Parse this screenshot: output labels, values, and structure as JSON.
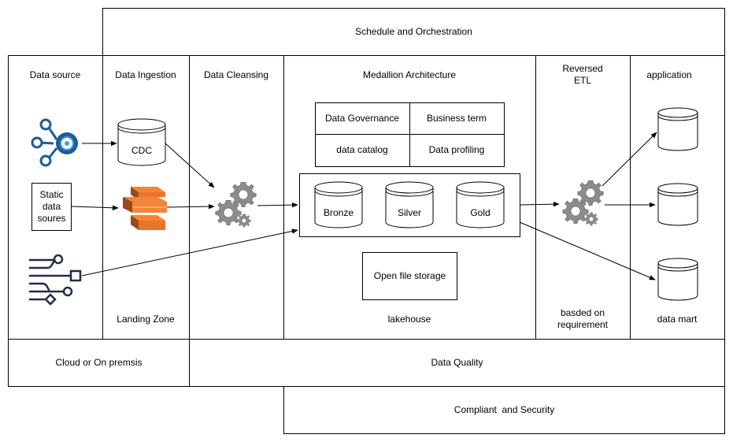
{
  "schedule": "Schedule and Orchestration",
  "columns": {
    "data_source": "Data source",
    "data_ingestion": "Data Ingestion",
    "data_cleansing": "Data Cleansing",
    "medallion": "Medallion Architecture",
    "reversed_etl": "Reversed ETL",
    "application": "application"
  },
  "static_data": "Static data soures",
  "cdc": "CDC",
  "landing_zone": "Landing Zone",
  "governance": {
    "data_governance": "Data Governance",
    "business_term": "Business term",
    "data_catalog": "data catalog",
    "data_profiling": "Data profiling"
  },
  "medallion_layers": {
    "bronze": "Bronze",
    "silver": "Silver",
    "gold": "Gold"
  },
  "open_file_storage": "Open file storage",
  "lakehouse": "lakehouse",
  "reversed_note": "basded on requirement",
  "data_mart": "data mart",
  "cloud": "Cloud or On premsis",
  "data_quality": "Data Quality",
  "compliance": "Compliant  and Security",
  "icons": {
    "stream_source": "network-hub-icon",
    "api_source": "circuit-connector-icon",
    "ingestion_service": "aws-kinesis-icon",
    "cleansing": "gears-icon",
    "reverse_etl": "gears-icon"
  },
  "colors": {
    "hub_blue": "#1e5b9e",
    "hub_accent": "#3aa0e0",
    "connector_navy": "#1f2d4a",
    "kinesis_orange": "#f58536",
    "kinesis_dark": "#9d4a16",
    "gear_gray": "#8c8c8c"
  }
}
